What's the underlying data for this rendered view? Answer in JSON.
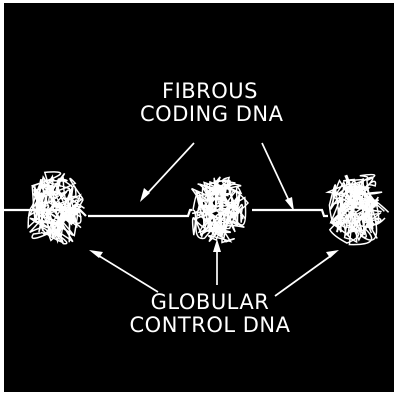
{
  "labels": {
    "fibrous_line1": "FIBROUS",
    "fibrous_line2": "CODING DNA",
    "globular_line1": "GLOBULAR",
    "globular_line2": "CONTROL DNA"
  },
  "colors": {
    "background": "#000000",
    "strand": "#ffffff",
    "frame": "#ffffff"
  }
}
